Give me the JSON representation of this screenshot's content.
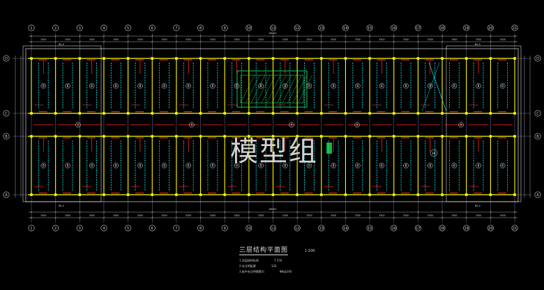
{
  "drawing": {
    "title": "三层结构平面图",
    "scale": "1:100",
    "watermark": "模型组",
    "notes": [
      {
        "label": "1.本层结构标高",
        "value": "7.150"
      },
      {
        "label": "2.未注明板厚",
        "value": "120"
      },
      {
        "label": "3.板中未注明钢筋为",
        "value": "Φ8@200"
      }
    ]
  },
  "axes": {
    "columns": [
      "1",
      "2",
      "3",
      "4",
      "5",
      "6",
      "7",
      "8",
      "9",
      "10",
      "11",
      "12",
      "13",
      "14",
      "15",
      "16",
      "17",
      "18",
      "19",
      "20",
      "21"
    ],
    "rows": [
      "A",
      "B",
      "C",
      "D"
    ],
    "top_dims": [
      "3300",
      "3300",
      "3300",
      "3300",
      "3300",
      "3300",
      "3300",
      "3300",
      "3300",
      "3300",
      "3300",
      "3300",
      "3300",
      "3300",
      "3300",
      "3300",
      "3300",
      "3300",
      "3300",
      "3300"
    ],
    "overall_dim": "66000"
  },
  "labels": {
    "cantilever_label": "XL-1",
    "room_label": "B",
    "corridor_label": "A",
    "detail_label": "1B"
  },
  "colors": {
    "background": "#000000",
    "axis_line": "#d8d8d8",
    "beam": "#ffff00",
    "grid_line": "#9a9a9a",
    "rebar_cyan": "#00e5e5",
    "rebar_red": "#ff2020",
    "rebar_green": "#20ff60",
    "white": "#ffffff"
  }
}
